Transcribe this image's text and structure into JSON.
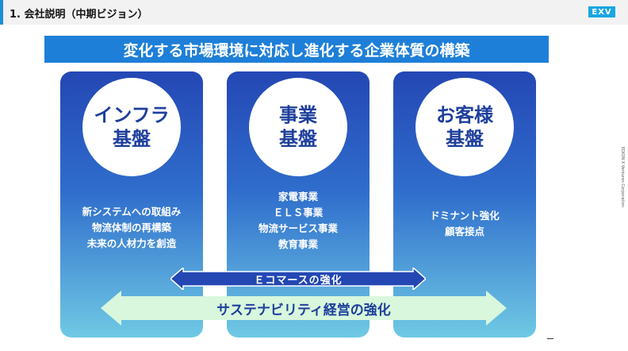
{
  "header": {
    "title": "1. 会社説明（中期ビジョン）",
    "logo_text": "EXV",
    "corp_name": "EDION X Ventures Corporation"
  },
  "banner": {
    "text": "変化する市場環境に対応し進化する企業体質の構築"
  },
  "pillars": [
    {
      "title_lines": [
        "インフラ",
        "基盤"
      ],
      "items": [
        "新システムへの取組み",
        "物流体制の再構築",
        "未来の人材力を創造"
      ]
    },
    {
      "title_lines": [
        "事業",
        "基盤"
      ],
      "items": [
        "家電事業",
        "ＥＬＳ事業",
        "物流サービス事業",
        "教育事業"
      ]
    },
    {
      "title_lines": [
        "お客様",
        "基盤"
      ],
      "items": [
        "ドミナント強化",
        "顧客接点"
      ]
    }
  ],
  "arrows": {
    "ecommerce": "Ｅコマースの強化",
    "sustainability": "サステナビリティ経営の強化"
  },
  "colors": {
    "accent": "#1e8fd6",
    "banner": "#1e7fd8",
    "pillar_top": "#2447b4",
    "pillar_bottom": "#6fc9e4",
    "ec_arrow": "#2447b4",
    "sus_arrow": "#d8f7dc"
  }
}
